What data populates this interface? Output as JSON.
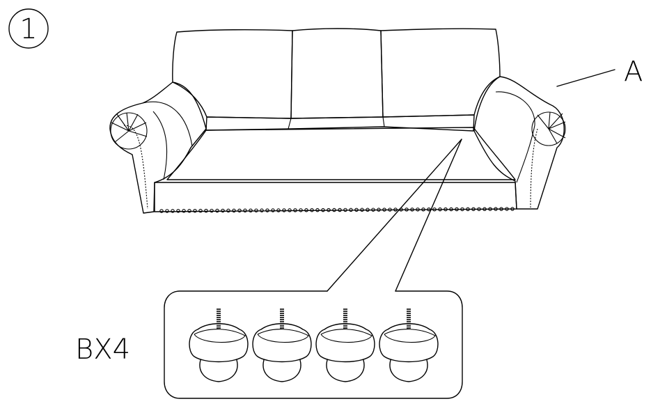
{
  "step": {
    "number": "1"
  },
  "parts": {
    "sofa_label": "A",
    "legs_label": "BX4"
  },
  "legs": {
    "count": 4
  }
}
